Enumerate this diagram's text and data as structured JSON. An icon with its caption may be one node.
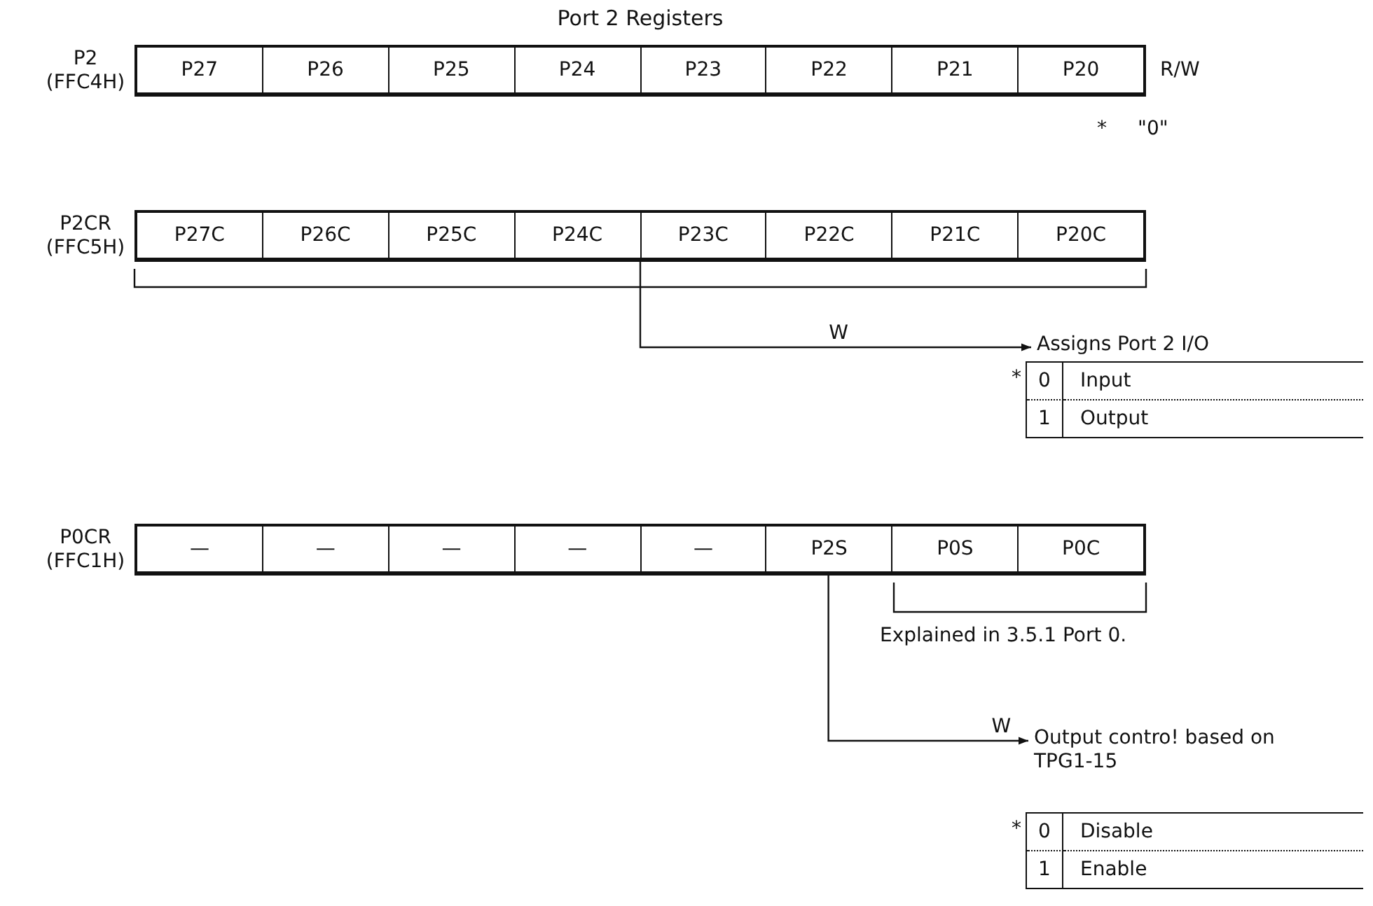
{
  "diagram": {
    "title": "Port 2 Registers",
    "nodes": [
      {
        "text": [
          "P2 (FFC4H)"
        ]
      },
      {
        "text": [
          "P27"
        ],
        "in": 0
      },
      {
        "text": [
          "P26"
        ],
        "in": 0
      },
      {
        "text": [
          "P25"
        ],
        "in": 0
      },
      {
        "text": [
          "P24"
        ],
        "in": 0
      },
      {
        "text": [
          "P23"
        ],
        "in": 0
      },
      {
        "text": [
          "P22"
        ],
        "in": 0
      },
      {
        "text": [
          "P21"
        ],
        "in": 0
      },
      {
        "text": [
          "P20"
        ],
        "in": 0
      },
      {
        "text": [
          "P2CR (FFC5H)"
        ]
      },
      {
        "text": [
          "P27C"
        ],
        "in": 9
      },
      {
        "text": [
          "P26C"
        ],
        "in": 9
      },
      {
        "text": [
          "P25C"
        ],
        "in": 9
      },
      {
        "text": [
          "P24C"
        ],
        "in": 9
      },
      {
        "text": [
          "P23C"
        ],
        "in": 9
      },
      {
        "text": [
          "P22C"
        ],
        "in": 9
      },
      {
        "text": [
          "P21C"
        ],
        "in": 9
      },
      {
        "text": [
          "P20C"
        ],
        "in": 9
      },
      {
        "text": [
          "Assigns Port 2 I/O"
        ]
      },
      {
        "text": [
          "P0CR (FFC1H)"
        ]
      },
      {
        "text": [
          "—"
        ],
        "in": 19
      },
      {
        "text": [
          "—"
        ],
        "in": 19
      },
      {
        "text": [
          "—"
        ],
        "in": 19
      },
      {
        "text": [
          "—"
        ],
        "in": 19
      },
      {
        "text": [
          "—"
        ],
        "in": 19
      },
      {
        "text": [
          "P2S"
        ],
        "in": 19
      },
      {
        "text": [
          "P0S"
        ],
        "in": 19
      },
      {
        "text": [
          "P0C"
        ],
        "in": 19
      },
      {
        "text": [
          "Output contro! based on TPG1-15"
        ]
      }
    ],
    "edges": [
      {
        "from": 9,
        "to": 18,
        "arrow": "to",
        "label": "W"
      },
      {
        "from": 25,
        "to": 28,
        "arrow": "to",
        "label": "W"
      }
    ],
    "labels": [
      "R/W",
      "*",
      "\"0\"",
      "*",
      "0",
      "Input",
      "1",
      "Output",
      "Explained in 3.5.1 Port 0.",
      "*",
      "0",
      "Disable",
      "1",
      "Enable"
    ]
  }
}
